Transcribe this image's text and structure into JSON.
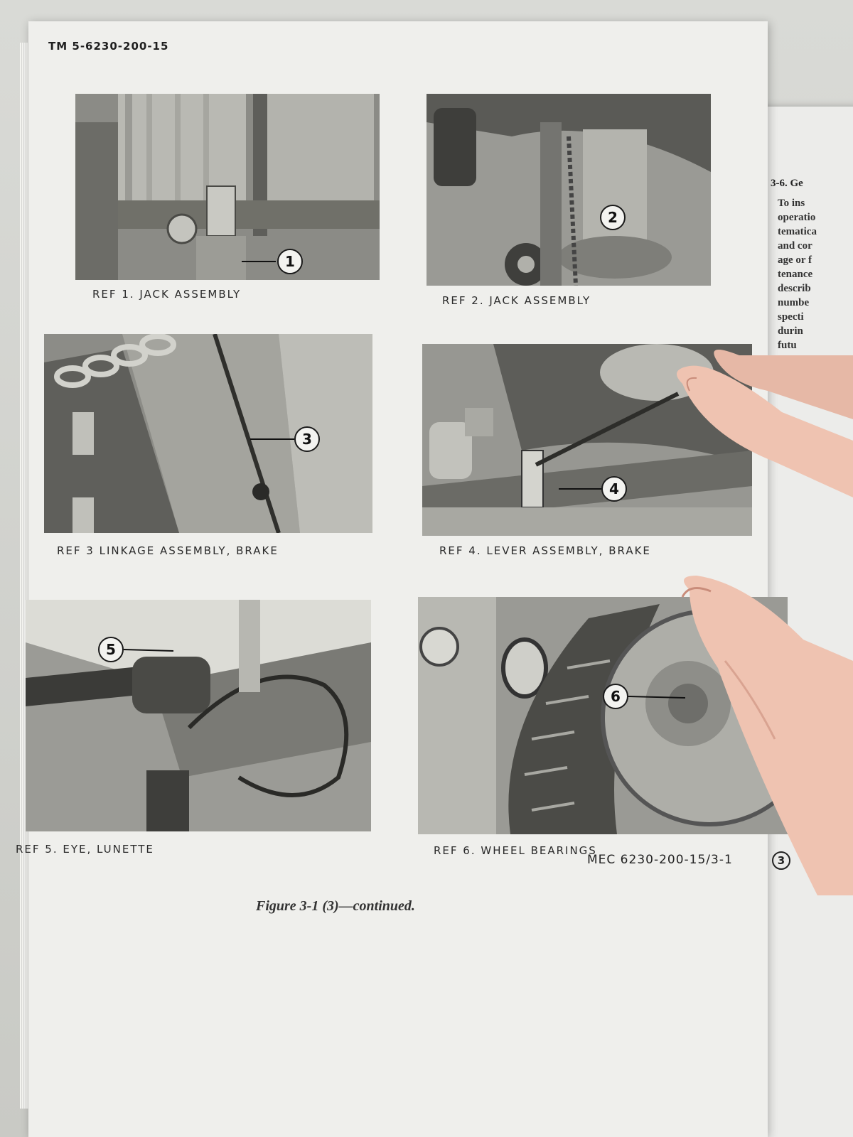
{
  "header": {
    "doc_number": "TM 5-6230-200-15"
  },
  "panels": [
    {
      "ref": "1",
      "caption": "REF 1. JACK ASSEMBLY"
    },
    {
      "ref": "2",
      "caption": "REF 2. JACK ASSEMBLY"
    },
    {
      "ref": "3",
      "caption": "REF 3 LINKAGE ASSEMBLY, BRAKE"
    },
    {
      "ref": "4",
      "caption": "REF 4. LEVER ASSEMBLY, BRAKE"
    },
    {
      "ref": "5",
      "caption": "REF 5. EYE, LUNETTE"
    },
    {
      "ref": "6",
      "caption": "REF 6. WHEEL BEARINGS"
    }
  ],
  "figure_code": "MEC 6230-200-15/3-1",
  "figure_code_circle": "3",
  "figure_caption": "Figure 3-1 (3)—continued.",
  "right_page": {
    "heading": "3-6. Ge",
    "lines": [
      "To ins",
      "operatio",
      "tematica",
      "and cor",
      "age or f",
      "tenance",
      "describ",
      "numbe",
      "specti",
      "durin",
      "futu"
    ]
  },
  "colors": {
    "paper": "#efefec",
    "ink": "#222222",
    "photo": "#8d8d88"
  }
}
